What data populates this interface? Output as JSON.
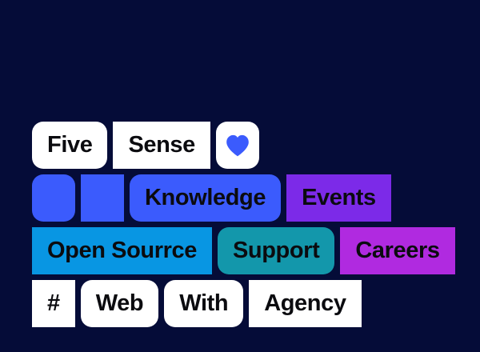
{
  "page": {
    "background_color": "#050c38",
    "text_color": "#0b0b0f"
  },
  "palette": {
    "white": "#ffffff",
    "royal_blue": "#3b5bfd",
    "violet": "#7c2ae8",
    "azure": "#0896e3",
    "teal": "#1397ab",
    "magenta": "#b02ae0",
    "heart_blue": "#3b5bfd"
  },
  "tag_cloud": {
    "rows": [
      {
        "tags": [
          {
            "label": "Five",
            "bg": "#ffffff",
            "shape": "round",
            "kind": "text"
          },
          {
            "label": "Sense",
            "bg": "#ffffff",
            "shape": "square",
            "kind": "text"
          },
          {
            "label": "",
            "bg": "#ffffff",
            "shape": "round",
            "kind": "icon",
            "icon": "heart-icon"
          }
        ]
      },
      {
        "tags": [
          {
            "label": "",
            "bg": "#3b5bfd",
            "shape": "round",
            "kind": "empty"
          },
          {
            "label": "",
            "bg": "#3b5bfd",
            "shape": "square",
            "kind": "empty"
          },
          {
            "label": "Knowledge",
            "bg": "#3b5bfd",
            "shape": "round",
            "kind": "text"
          },
          {
            "label": "Events",
            "bg": "#7c2ae8",
            "shape": "square",
            "kind": "text"
          }
        ]
      },
      {
        "tags": [
          {
            "label": "Open Sourrce",
            "bg": "#0896e3",
            "shape": "square",
            "kind": "text"
          },
          {
            "label": "Support",
            "bg": "#1397ab",
            "shape": "round",
            "kind": "text"
          },
          {
            "label": "Careers",
            "bg": "#b02ae0",
            "shape": "square",
            "kind": "text"
          }
        ]
      },
      {
        "tags": [
          {
            "label": "#",
            "bg": "#ffffff",
            "shape": "square",
            "kind": "text"
          },
          {
            "label": "Web",
            "bg": "#ffffff",
            "shape": "round",
            "kind": "text"
          },
          {
            "label": "With",
            "bg": "#ffffff",
            "shape": "round",
            "kind": "text"
          },
          {
            "label": "Agency",
            "bg": "#ffffff",
            "shape": "square",
            "kind": "text"
          }
        ]
      }
    ]
  }
}
